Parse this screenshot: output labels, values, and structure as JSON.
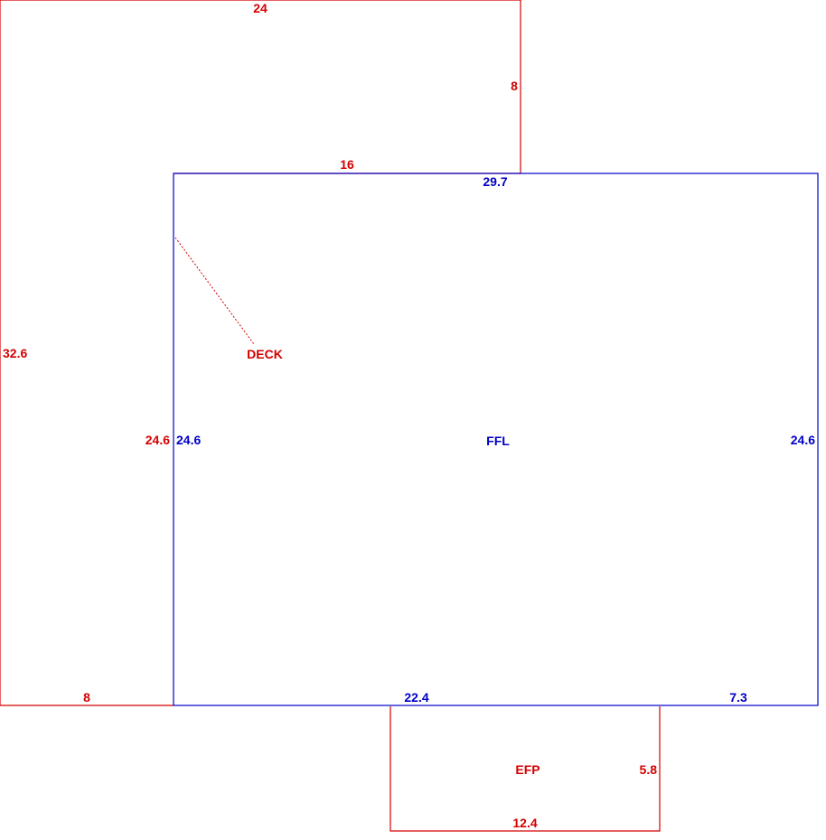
{
  "colors": {
    "deck": "#d40000",
    "main": "#0000c8"
  },
  "areas": {
    "deck": {
      "label": "DECK",
      "dimensions": [
        "24",
        "8",
        "16",
        "24.6",
        "8",
        "32.6"
      ]
    },
    "ffl": {
      "label": "FFL",
      "dimensions": [
        "29.7",
        "24.6",
        "24.6",
        "22.4",
        "7.3"
      ]
    },
    "efp": {
      "label": "EFP",
      "dimensions": [
        "5.8",
        "12.4"
      ]
    }
  }
}
